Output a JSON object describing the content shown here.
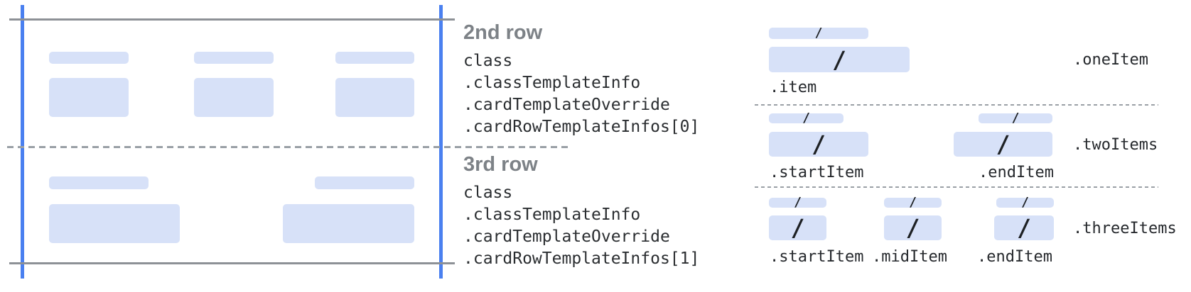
{
  "colors": {
    "guide_blue": "#4a80f0",
    "bar_blue": "#d7e1f8",
    "solid_line_gray": "#8d9196",
    "dash_gray": "#9aa0a6",
    "heading_gray": "#7d8287",
    "code_text": "#2b2e31"
  },
  "left_card": {
    "second_row_field_count": 3,
    "third_row_field_count": 2
  },
  "annotations": {
    "second_row": {
      "heading": "2nd row",
      "path_lines": [
        "class",
        ".classTemplateInfo",
        ".cardTemplateOverride",
        ".cardRowTemplateInfos[0]"
      ]
    },
    "third_row": {
      "heading": "3rd row",
      "path_lines": [
        "class",
        ".classTemplateInfo",
        ".cardTemplateOverride",
        ".cardRowTemplateInfos[1]"
      ]
    }
  },
  "layouts": {
    "slash": "/",
    "one_item": {
      "name": ".oneItem",
      "item": ".item"
    },
    "two_items": {
      "name": ".twoItems",
      "start": ".startItem",
      "end": ".endItem"
    },
    "three_items": {
      "name": ".threeItems",
      "start": ".startItem",
      "mid": ".midItem",
      "end": ".endItem"
    }
  }
}
